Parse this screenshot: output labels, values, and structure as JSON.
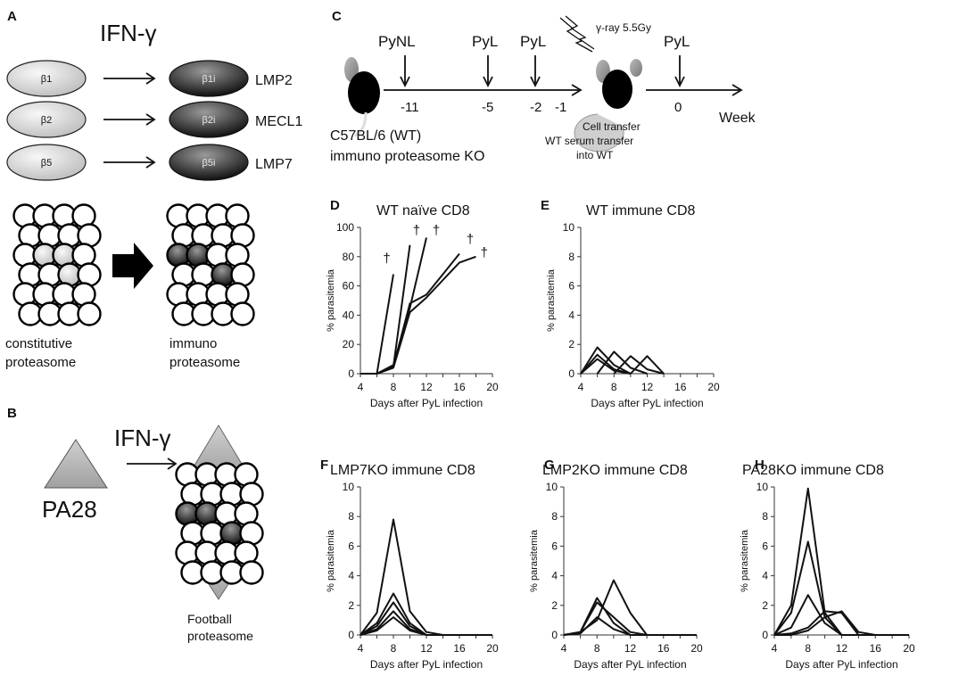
{
  "figure": {
    "panel_a": {
      "letter": "A",
      "inducer": "IFN-γ",
      "rows": [
        {
          "constitutive": "β1",
          "immuno": "β1i",
          "name": "LMP2"
        },
        {
          "constitutive": "β2",
          "immuno": "β2i",
          "name": "MECL1"
        },
        {
          "constitutive": "β5",
          "immuno": "β5i",
          "name": "LMP7"
        }
      ],
      "constitutive_caption": [
        "constitutive",
        "proteasome"
      ],
      "immuno_caption": [
        "immuno",
        "proteasome"
      ]
    },
    "panel_b": {
      "letter": "B",
      "inducer": "IFN-γ",
      "activator": "PA28",
      "caption": [
        "Football",
        "proteasome"
      ]
    },
    "panel_c": {
      "letter": "C",
      "infections": [
        "PyNL",
        "PyL",
        "PyL",
        "PyL"
      ],
      "ticks": [
        "-11",
        "-5",
        "-2",
        "-1",
        "0"
      ],
      "irradiation": "γ-ray 5.5Gy",
      "unit": "Week",
      "mouse_lines": [
        "C57BL/6 (WT)",
        "immuno proteasome KO"
      ],
      "transfer_lines": [
        "Cell transfer",
        "WT serum transfer",
        "into WT"
      ]
    }
  },
  "chart_data": [
    {
      "id": "D",
      "title": "WT naïve CD8",
      "type": "line",
      "xlabel": "Days after PyL infection",
      "ylabel": "% parasitemia",
      "xlim": [
        4,
        20
      ],
      "ylim": [
        0,
        100
      ],
      "xticks": [
        4,
        8,
        12,
        16,
        20
      ],
      "yticks": [
        0,
        20,
        40,
        60,
        80,
        100
      ],
      "dagger": "†",
      "series": [
        {
          "x": [
            4,
            6,
            8
          ],
          "y": [
            0,
            0,
            68
          ],
          "dead": true
        },
        {
          "x": [
            4,
            6,
            8,
            10
          ],
          "y": [
            0,
            0,
            5,
            88
          ],
          "dead": true
        },
        {
          "x": [
            4,
            6,
            8,
            10,
            12
          ],
          "y": [
            0,
            0,
            6,
            45,
            93
          ],
          "dead": true
        },
        {
          "x": [
            4,
            6,
            8,
            10,
            12,
            14,
            16
          ],
          "y": [
            0,
            0,
            5,
            48,
            54,
            68,
            82
          ],
          "dead": true
        },
        {
          "x": [
            4,
            6,
            8,
            10,
            12,
            14,
            16,
            18
          ],
          "y": [
            0,
            0,
            4,
            42,
            52,
            64,
            76,
            80
          ],
          "dead": true
        }
      ],
      "dagger_points": [
        [
          7.2,
          76
        ],
        [
          10.8,
          95
        ],
        [
          13.2,
          95
        ],
        [
          17.3,
          89
        ],
        [
          19.0,
          80
        ]
      ]
    },
    {
      "id": "E",
      "title": "WT immune CD8",
      "type": "line",
      "xlabel": "Days after PyL infection",
      "ylabel": "% parasitemia",
      "xlim": [
        4,
        20
      ],
      "ylim": [
        0,
        10
      ],
      "xticks": [
        4,
        8,
        12,
        16,
        20
      ],
      "yticks": [
        0,
        2,
        4,
        6,
        8,
        10
      ],
      "series": [
        {
          "x": [
            4,
            6,
            8,
            10
          ],
          "y": [
            0,
            1.8,
            0.6,
            0
          ]
        },
        {
          "x": [
            4,
            6,
            8,
            10
          ],
          "y": [
            0,
            1.3,
            0.3,
            0
          ]
        },
        {
          "x": [
            4,
            6,
            8,
            10
          ],
          "y": [
            0,
            1.0,
            0.2,
            0
          ]
        },
        {
          "x": [
            6,
            8,
            10,
            12
          ],
          "y": [
            0,
            1.5,
            0.4,
            0
          ]
        },
        {
          "x": [
            8,
            10,
            12,
            14
          ],
          "y": [
            0,
            1.2,
            0.3,
            0
          ]
        },
        {
          "x": [
            10,
            12,
            14
          ],
          "y": [
            0,
            1.2,
            0
          ]
        }
      ]
    },
    {
      "id": "F",
      "title": "LMP7KO immune CD8",
      "type": "line",
      "xlabel": "Days after PyL infection",
      "ylabel": "% parasitemia",
      "xlim": [
        4,
        20
      ],
      "ylim": [
        0,
        10
      ],
      "xticks": [
        4,
        8,
        12,
        16,
        20
      ],
      "yticks": [
        0,
        2,
        4,
        6,
        8,
        10
      ],
      "series": [
        {
          "x": [
            4,
            6,
            8,
            10,
            12,
            14,
            16,
            18,
            20
          ],
          "y": [
            0,
            1.5,
            7.8,
            1.6,
            0.2,
            0,
            0,
            0,
            0
          ]
        },
        {
          "x": [
            4,
            6,
            8,
            10,
            12,
            14,
            16,
            18,
            20
          ],
          "y": [
            0,
            0.8,
            2.8,
            0.8,
            0,
            0,
            0,
            0,
            0
          ]
        },
        {
          "x": [
            4,
            6,
            8,
            10,
            12,
            14,
            16,
            18,
            20
          ],
          "y": [
            0,
            0.6,
            2.2,
            0.6,
            0,
            0,
            0,
            0,
            0
          ]
        },
        {
          "x": [
            4,
            6,
            8,
            10,
            12,
            14,
            16,
            18,
            20
          ],
          "y": [
            0,
            0.4,
            1.6,
            0.4,
            0,
            0,
            0,
            0,
            0
          ]
        },
        {
          "x": [
            4,
            6,
            8,
            10,
            12,
            14,
            16,
            18,
            20
          ],
          "y": [
            0,
            0.3,
            1.2,
            0.3,
            0,
            0,
            0,
            0,
            0
          ]
        }
      ]
    },
    {
      "id": "G",
      "title": "LMP2KO immune CD8",
      "type": "line",
      "xlabel": "Days after PyL infection",
      "ylabel": "% parasitemia",
      "xlim": [
        4,
        20
      ],
      "ylim": [
        0,
        10
      ],
      "xticks": [
        4,
        8,
        12,
        16,
        20
      ],
      "yticks": [
        0,
        2,
        4,
        6,
        8,
        10
      ],
      "series": [
        {
          "x": [
            4,
            6,
            8,
            10,
            12,
            14,
            16,
            18,
            20
          ],
          "y": [
            0,
            0.2,
            2.5,
            0.8,
            0,
            0,
            0,
            0,
            0
          ]
        },
        {
          "x": [
            4,
            6,
            8,
            10,
            12,
            14,
            16,
            18,
            20
          ],
          "y": [
            0,
            0.2,
            2.2,
            1.2,
            0.2,
            0,
            0,
            0,
            0
          ]
        },
        {
          "x": [
            4,
            6,
            8,
            10,
            12,
            14,
            16,
            18,
            20
          ],
          "y": [
            0,
            0.1,
            1.2,
            0.4,
            0,
            0,
            0,
            0,
            0
          ]
        },
        {
          "x": [
            4,
            6,
            8,
            10,
            12,
            14,
            16,
            18,
            20
          ],
          "y": [
            0,
            0.2,
            1.0,
            3.7,
            1.5,
            0,
            0,
            0,
            0
          ]
        }
      ]
    },
    {
      "id": "H",
      "title": "PA28KO immune CD8",
      "type": "line",
      "xlabel": "Days after PyL infection",
      "ylabel": "% parasitemia",
      "xlim": [
        4,
        20
      ],
      "ylim": [
        0,
        10
      ],
      "xticks": [
        4,
        8,
        12,
        16,
        20
      ],
      "yticks": [
        0,
        2,
        4,
        6,
        8,
        10
      ],
      "series": [
        {
          "x": [
            4,
            6,
            8,
            10,
            12,
            14,
            16,
            18,
            20
          ],
          "y": [
            0,
            2.0,
            9.9,
            1.5,
            0,
            0,
            0,
            0,
            0
          ]
        },
        {
          "x": [
            4,
            6,
            8,
            10,
            12,
            14,
            16,
            18,
            20
          ],
          "y": [
            0,
            1.5,
            6.3,
            1.2,
            0,
            0,
            0,
            0,
            0
          ]
        },
        {
          "x": [
            4,
            6,
            8,
            10,
            12,
            14,
            16,
            18,
            20
          ],
          "y": [
            0,
            0.5,
            2.7,
            0.8,
            0,
            0,
            0,
            0,
            0
          ]
        },
        {
          "x": [
            4,
            6,
            8,
            10,
            12,
            14,
            16,
            18,
            20
          ],
          "y": [
            0,
            0.1,
            0.5,
            1.6,
            1.5,
            0,
            0,
            0,
            0
          ]
        },
        {
          "x": [
            4,
            6,
            8,
            10,
            12,
            14,
            16,
            18,
            20
          ],
          "y": [
            0,
            0,
            0.3,
            1.2,
            1.6,
            0.2,
            0,
            0,
            0
          ]
        }
      ]
    }
  ]
}
